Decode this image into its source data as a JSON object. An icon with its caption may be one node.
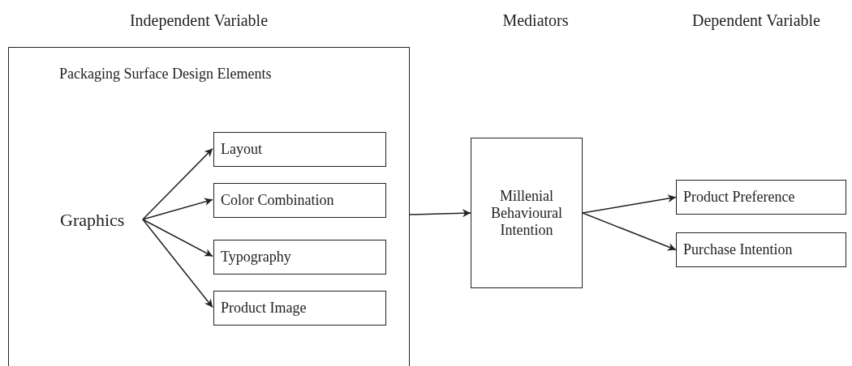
{
  "diagram": {
    "nodes": [
      {
        "text": [
          "Packaging Surface Design Elements"
        ]
      },
      {
        "text": [
          "Graphics"
        ],
        "in": 0
      },
      {
        "text": [
          "Layout"
        ],
        "in": 0
      },
      {
        "text": [
          "Color Combination"
        ],
        "in": 0
      },
      {
        "text": [
          "Typography"
        ],
        "in": 0
      },
      {
        "text": [
          "Product Image"
        ],
        "in": 0
      },
      {
        "text": [
          "Millenial Behavioural Intention"
        ]
      },
      {
        "text": [
          "Product Preference"
        ]
      },
      {
        "text": [
          "Purchase Intention"
        ]
      }
    ],
    "edges": [
      {
        "from": 1,
        "to": 2,
        "arrow": "to"
      },
      {
        "from": 1,
        "to": 3,
        "arrow": "to"
      },
      {
        "from": 1,
        "to": 4,
        "arrow": "to"
      },
      {
        "from": 1,
        "to": 5,
        "arrow": "to"
      },
      {
        "from": 0,
        "to": 6,
        "arrow": "to"
      },
      {
        "from": 6,
        "to": 7,
        "arrow": "to"
      },
      {
        "from": 6,
        "to": 8,
        "arrow": "to"
      }
    ],
    "labels": [
      "Independent Variable",
      "Mediators",
      "Dependent Variable"
    ]
  }
}
